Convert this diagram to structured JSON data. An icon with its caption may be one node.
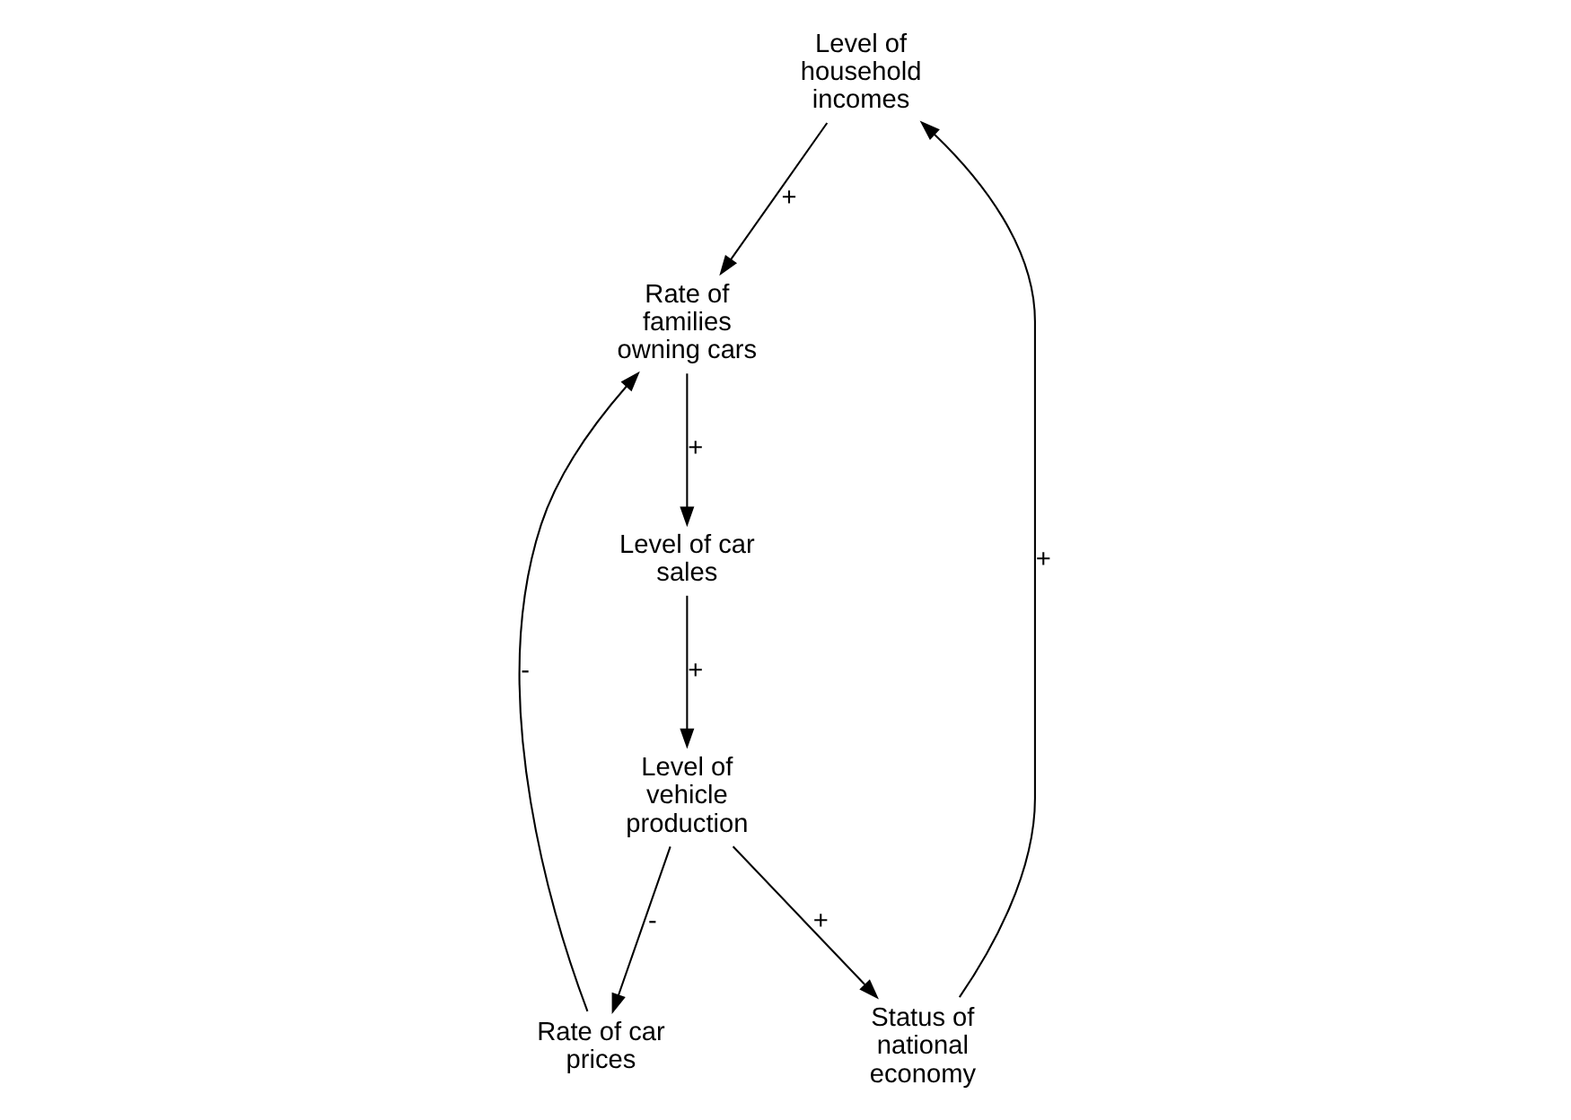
{
  "diagram": {
    "nodes": [
      {
        "text": [
          "Level of household incomes"
        ]
      },
      {
        "text": [
          "Rate of families owning cars"
        ]
      },
      {
        "text": [
          "Rate of car prices"
        ]
      },
      {
        "text": [
          "Level of car sales"
        ]
      },
      {
        "text": [
          "Status of national economy"
        ]
      },
      {
        "text": [
          "Level of vehicle production"
        ]
      }
    ],
    "edges": [
      {
        "from": 0,
        "to": 1,
        "arrow": "to",
        "label": "+"
      },
      {
        "from": 2,
        "to": 1,
        "arrow": "to",
        "label": "-"
      },
      {
        "from": 1,
        "to": 3,
        "arrow": "to",
        "label": "+"
      },
      {
        "from": 3,
        "to": 5,
        "arrow": "to",
        "label": "+"
      },
      {
        "from": 5,
        "to": 2,
        "arrow": "to",
        "label": "-"
      },
      {
        "from": 5,
        "to": 4,
        "arrow": "to",
        "label": "+"
      },
      {
        "from": 4,
        "to": 0,
        "arrow": "to",
        "label": "+"
      }
    ]
  }
}
